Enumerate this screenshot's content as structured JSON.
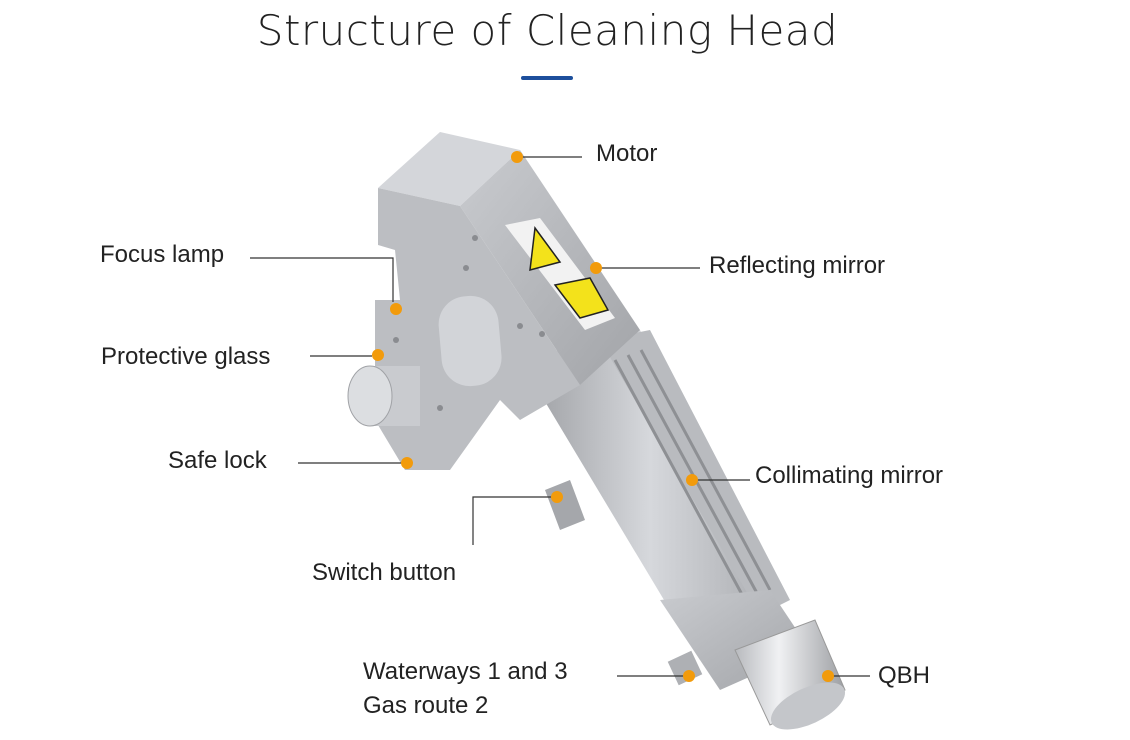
{
  "title": "Structure of Cleaning Head",
  "colors": {
    "accent": "#1d4f9c",
    "marker": "#f29b0c",
    "line": "#333333"
  },
  "labels": {
    "motor": "Motor",
    "reflecting_mirror": "Reflecting mirror",
    "focus_lamp": "Focus lamp",
    "protective_glass": "Protective glass",
    "safe_lock": "Safe lock",
    "collimating_mirror": "Collimating mirror",
    "switch_button": "Switch button",
    "waterways_line1": "Waterways 1 and 3",
    "waterways_line2": "Gas route 2",
    "qbh": "QBH"
  }
}
